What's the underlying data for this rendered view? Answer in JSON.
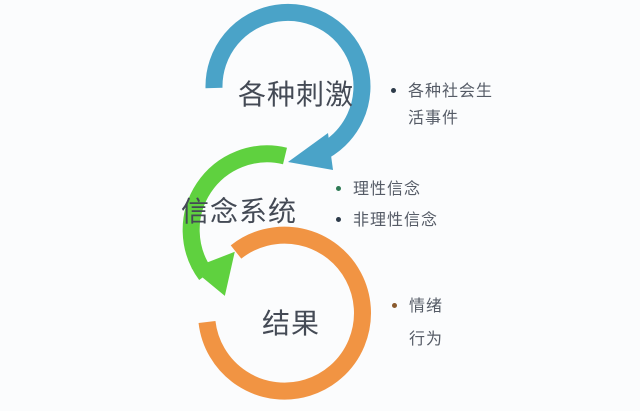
{
  "diagram": {
    "type": "cycle",
    "colors": {
      "stimulus": "#4aa3c8",
      "belief": "#5fd13f",
      "result": "#f19443",
      "text": "#444a55",
      "background": "#fbfcfd"
    },
    "stages": [
      {
        "label": "各种刺激",
        "bullets": [
          {
            "line1": "各种社会生",
            "line2": "活事件",
            "dot_color": "#2d3b4a"
          }
        ]
      },
      {
        "label": "信念系统",
        "bullets": [
          {
            "line1": "理性信念",
            "dot_color": "#2e7a55"
          },
          {
            "line1": "非理性信念",
            "dot_color": "#2d3b4a"
          }
        ]
      },
      {
        "label": "结果",
        "bullets": [
          {
            "line1": "情绪",
            "line2": "行为",
            "dot_color": "#8a5a2e"
          }
        ]
      }
    ]
  }
}
